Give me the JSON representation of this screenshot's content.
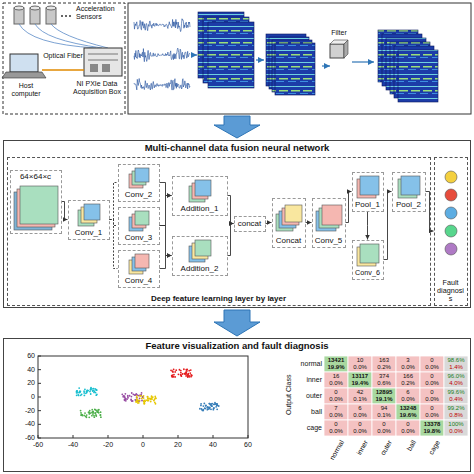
{
  "diagram": {
    "nodes": [
      {
        "text": [
          "Multi-channel data fusion neural network"
        ]
      },
      {
        "text": [
          "Deep feature learning layer by layer"
        ],
        "in": 0
      },
      {
        "text": [
          "64×64×c"
        ],
        "in": 1
      },
      {
        "text": [
          "Conv_1"
        ],
        "in": 1
      },
      {
        "text": [
          "Conv_2"
        ],
        "in": 1
      },
      {
        "text": [
          "Conv_3"
        ],
        "in": 1
      },
      {
        "text": [
          "Conv_4"
        ],
        "in": 1
      },
      {
        "text": [
          "Addition_1"
        ],
        "in": 1
      },
      {
        "text": [
          "Addition_2"
        ],
        "in": 1
      },
      {
        "text": [
          "concat"
        ],
        "in": 1
      },
      {
        "text": [
          "Concat"
        ],
        "in": 1
      },
      {
        "text": [
          "Conv_5"
        ],
        "in": 1
      },
      {
        "text": [
          "Pool_1"
        ],
        "in": 1
      },
      {
        "text": [
          "Pool_2"
        ],
        "in": 1
      },
      {
        "text": [
          "Conv_6"
        ],
        "in": 1
      },
      {
        "text": [
          "Fault diagnosis"
        ],
        "in": 0
      },
      {
        "text": [
          "Feature visualization and fault diagnosis"
        ]
      }
    ],
    "edges": [
      {
        "from": 2,
        "to": 3,
        "arrow": "to"
      },
      {
        "from": 3,
        "to": 4,
        "arrow": "none"
      },
      {
        "from": 3,
        "to": 5,
        "arrow": "none"
      },
      {
        "from": 3,
        "to": 6,
        "arrow": "none"
      },
      {
        "from": 4,
        "to": 7,
        "arrow": "to"
      },
      {
        "from": 5,
        "to": 7,
        "arrow": "to"
      },
      {
        "from": 5,
        "to": 8,
        "arrow": "to"
      },
      {
        "from": 6,
        "to": 8,
        "arrow": "to"
      },
      {
        "from": 7,
        "to": 9,
        "arrow": "to"
      },
      {
        "from": 8,
        "to": 9,
        "arrow": "to"
      },
      {
        "from": 9,
        "to": 10,
        "arrow": "to"
      },
      {
        "from": 10,
        "to": 11,
        "arrow": "to"
      },
      {
        "from": 11,
        "to": 12,
        "arrow": "to"
      },
      {
        "from": 12,
        "to": 14,
        "arrow": "to"
      },
      {
        "from": 14,
        "to": 13,
        "arrow": "to"
      },
      {
        "from": 13,
        "to": 15,
        "arrow": "to"
      }
    ],
    "labels": [
      "Acceleration Sensors",
      "Host computer",
      "Optical Fiber",
      "NI PXIe Data Acquisition Box",
      "Filter",
      "-60",
      "-40",
      "-20",
      "0",
      "20",
      "40",
      "60",
      "60",
      "40",
      "20",
      "0",
      "-20",
      "-40",
      "-60",
      "Output Class",
      "normal",
      "inner",
      "outer",
      "ball",
      "cage",
      "13421",
      "19.9%",
      "10",
      "0.0%",
      "163",
      "0.2%",
      "3",
      "0.0%",
      "0",
      "0.0%",
      "98.6%",
      "1.4%",
      "16",
      "0.0%",
      "13117",
      "19.4%",
      "374",
      "0.6%",
      "166",
      "0.2%",
      "0",
      "0.0%",
      "96.0%",
      "4.0%",
      "0",
      "0.0%",
      "42",
      "0.1%",
      "12895",
      "19.1%",
      "6",
      "0.0%",
      "0",
      "0.0%",
      "99.6%",
      "0.4%",
      "7",
      "0.0%",
      "6",
      "0.0%",
      "94",
      "0.1%",
      "13248",
      "19.6%",
      "0",
      "0.0%",
      "99.2%",
      "0.8%",
      "0",
      "0.0%",
      "0",
      "0.0%",
      "0",
      "0.0%",
      "0",
      "0.0%",
      "13378",
      "19.8%",
      "100%",
      "0.0%",
      "normal",
      "inner",
      "outer",
      "ball",
      "cage"
    ]
  }
}
